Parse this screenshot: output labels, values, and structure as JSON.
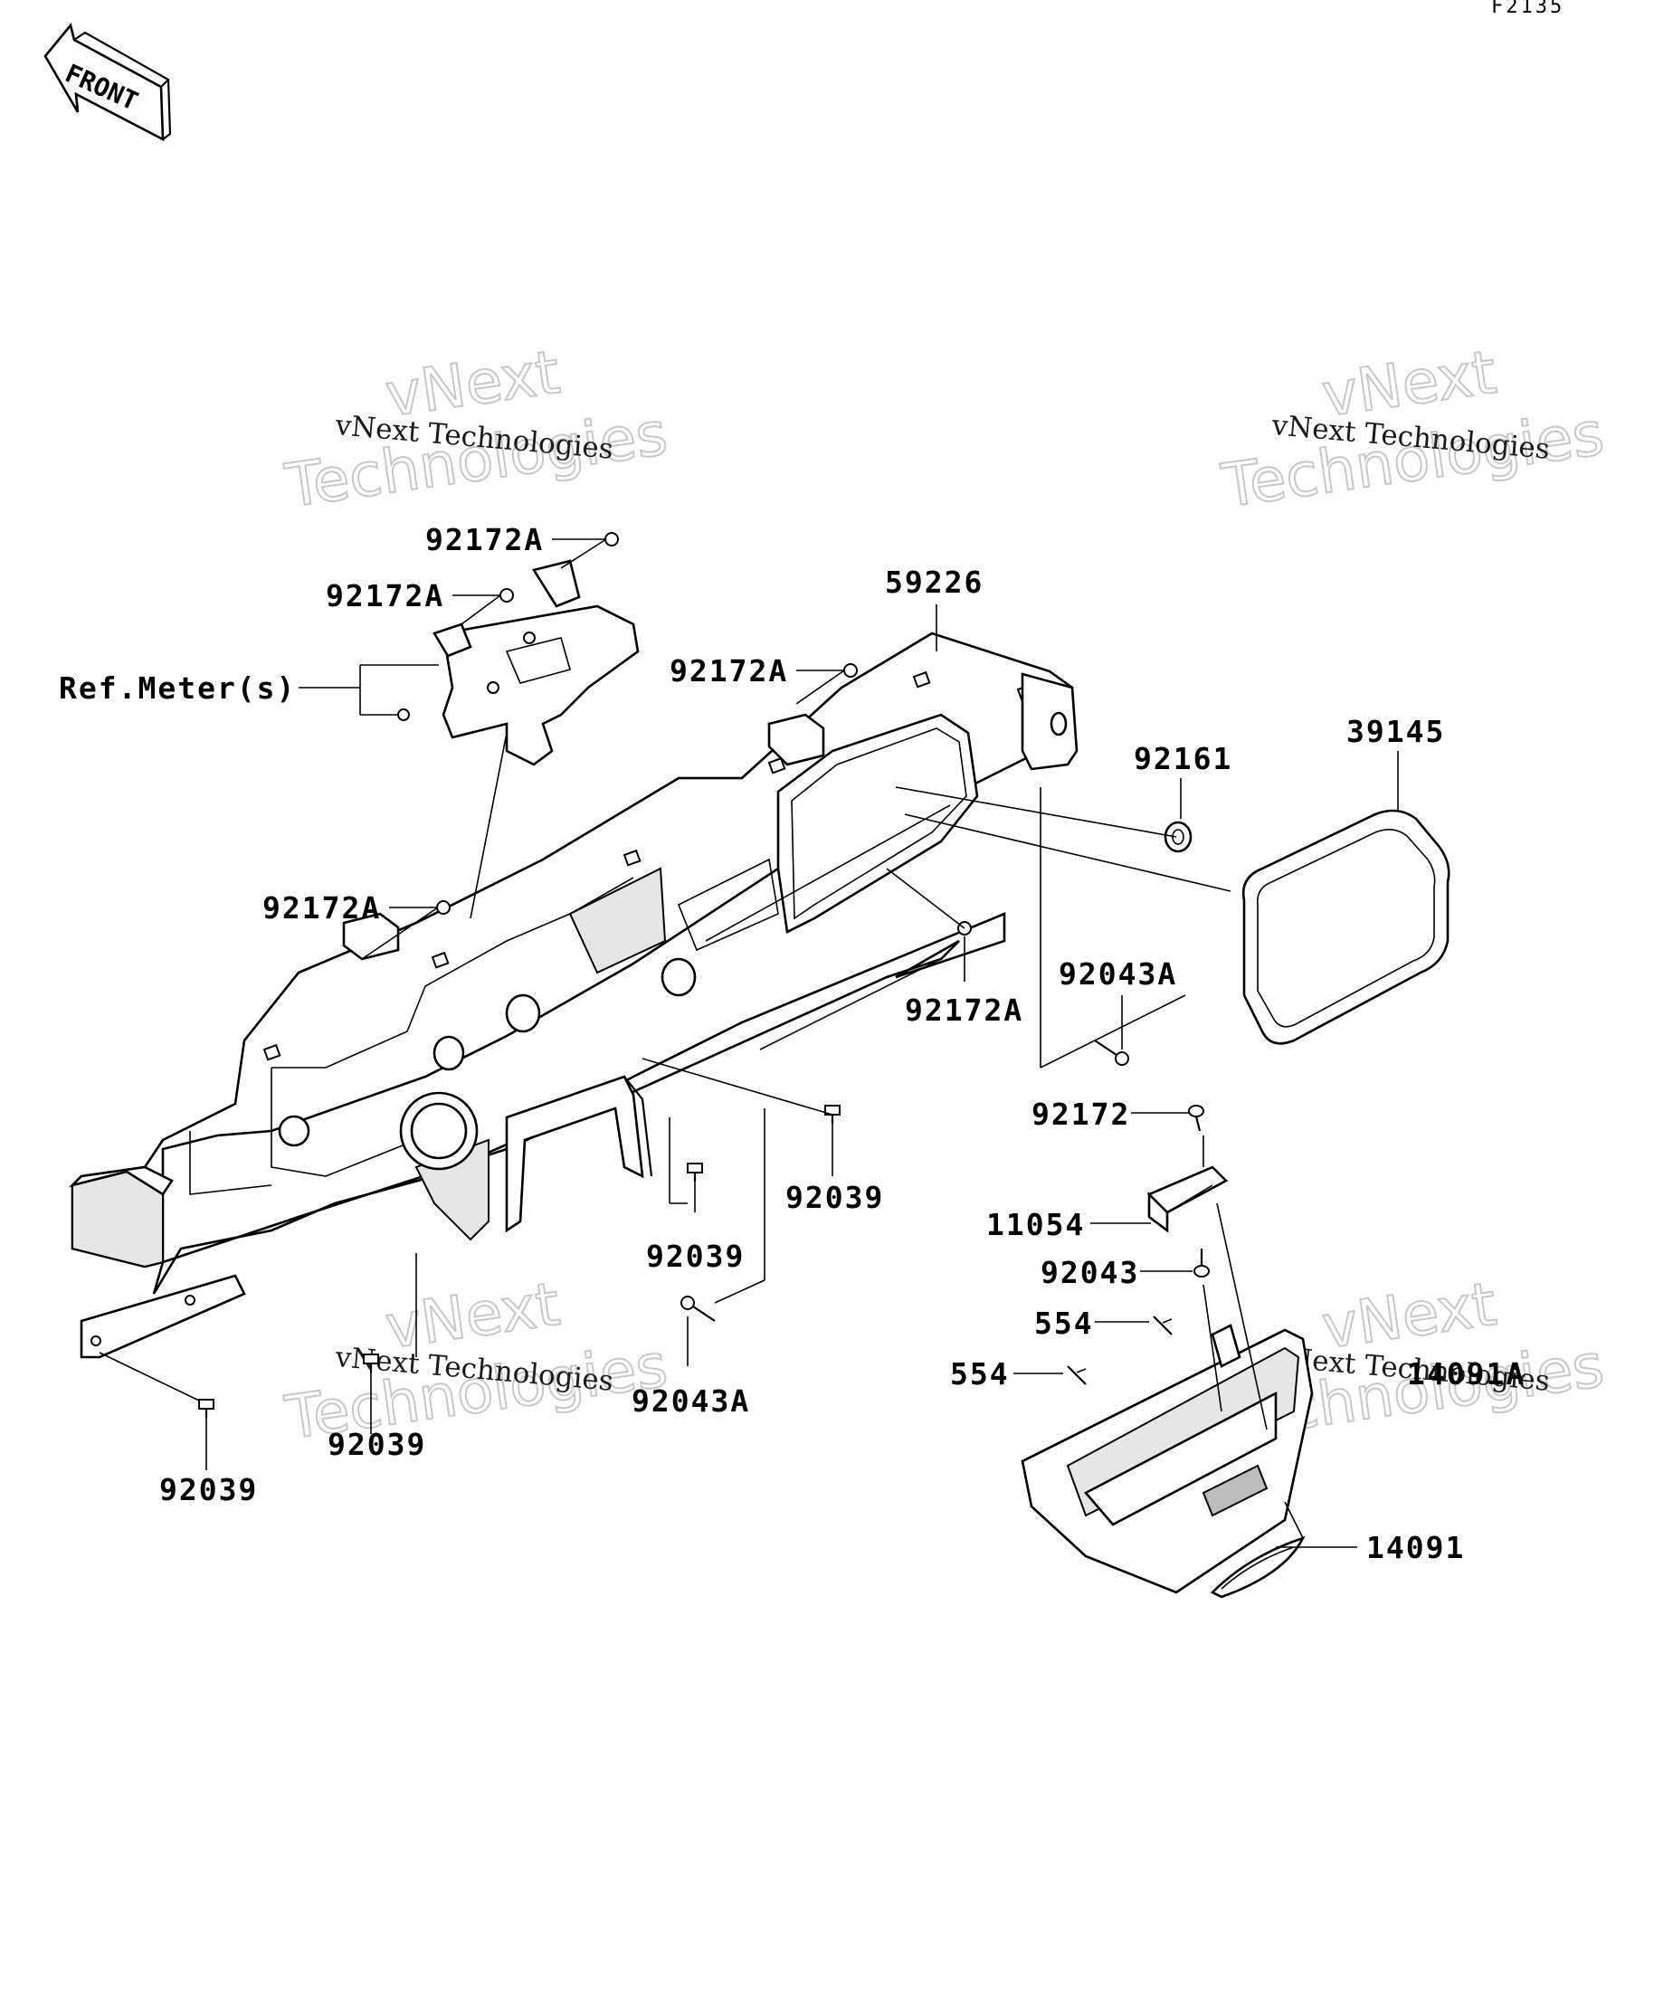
{
  "figure_code": "F2135",
  "front_label": "FRONT",
  "reference_label": "Ref.Meter(s)",
  "watermark": {
    "line1": "vNext Technologies",
    "big1": "vNext",
    "big2": "Technologies"
  },
  "parts": [
    {
      "id": "92172A-top1",
      "number": "92172A"
    },
    {
      "id": "92172A-top2",
      "number": "92172A"
    },
    {
      "id": "92172A-mid",
      "number": "92172A"
    },
    {
      "id": "92172A-left",
      "number": "92172A"
    },
    {
      "id": "92172A-right",
      "number": "92172A"
    },
    {
      "id": "59226",
      "number": "59226"
    },
    {
      "id": "92161",
      "number": "92161"
    },
    {
      "id": "39145",
      "number": "39145"
    },
    {
      "id": "92043A-right",
      "number": "92043A"
    },
    {
      "id": "92043A-bottom",
      "number": "92043A"
    },
    {
      "id": "92172",
      "number": "92172"
    },
    {
      "id": "11054",
      "number": "11054"
    },
    {
      "id": "92043",
      "number": "92043"
    },
    {
      "id": "554-a",
      "number": "554"
    },
    {
      "id": "554-b",
      "number": "554"
    },
    {
      "id": "14091A",
      "number": "14091A"
    },
    {
      "id": "14091",
      "number": "14091"
    },
    {
      "id": "92039-center",
      "number": "92039"
    },
    {
      "id": "92039-mid",
      "number": "92039"
    },
    {
      "id": "92039-lower",
      "number": "92039"
    },
    {
      "id": "92039-left",
      "number": "92039"
    }
  ]
}
